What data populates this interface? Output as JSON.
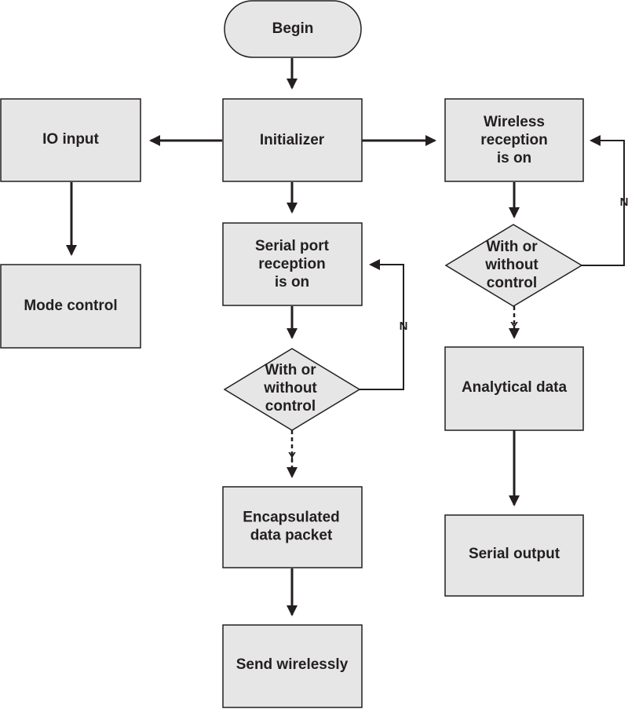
{
  "nodes": {
    "begin": [
      "Begin"
    ],
    "initializer": [
      "Initializer"
    ],
    "io_input": [
      "IO input"
    ],
    "mode_control": [
      "Mode control"
    ],
    "serial_reception": [
      "Serial port",
      "reception",
      "is on"
    ],
    "serial_decision": [
      "With or",
      "without",
      "control"
    ],
    "encapsulate": [
      "Encapsulated",
      "data packet"
    ],
    "send_wirelessly": [
      "Send wirelessly"
    ],
    "wireless_reception": [
      "Wireless",
      "reception",
      "is on"
    ],
    "wireless_decision": [
      "With or",
      "without",
      "control"
    ],
    "analytical": [
      "Analytical data"
    ],
    "serial_output": [
      "Serial output"
    ]
  },
  "edge_labels": {
    "serial_no": "N",
    "serial_yes": "Y",
    "wireless_no": "N",
    "wireless_yes": "Y"
  }
}
